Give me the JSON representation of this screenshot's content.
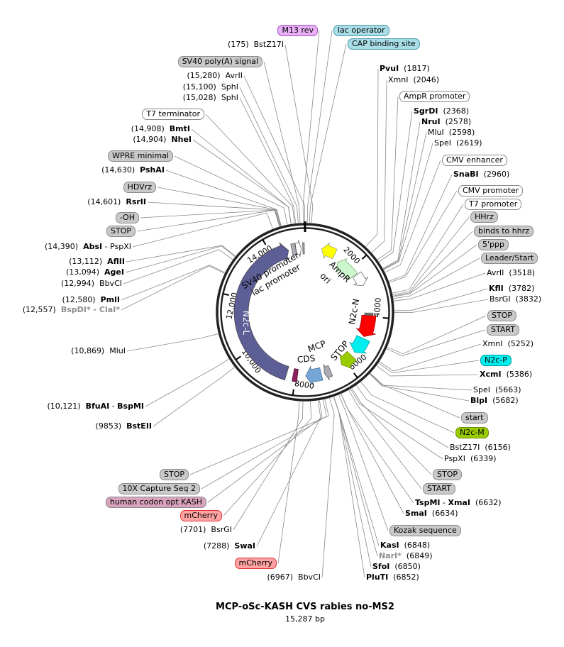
{
  "title": "MCP-oSc-KASH CVS rabies no-MS2",
  "length": "15,287 bp",
  "total_bp": 15287,
  "ticks": [
    "2000",
    "4000",
    "6000",
    "8000",
    "10,000",
    "12,000",
    "14,000"
  ],
  "inner": {
    "n2c_l": "N2c-L",
    "n2c_n": "N2c-N",
    "stop": "STOP",
    "mcp": "MCP",
    "cds": "CDS",
    "ampr": "AmpR",
    "ori": "ori",
    "sv40": "SV40 promoter",
    "lac": "lac promoter"
  },
  "labels": [
    {
      "type": "feature",
      "name": "M13 rev",
      "color": "#eab0f7",
      "border": "#a050c0"
    },
    {
      "type": "site",
      "pos": "(175)",
      "name": "BstZ17I",
      "bold": false
    },
    {
      "type": "feature",
      "name": "SV40 poly(A) signal",
      "color": "#c9c9c9"
    },
    {
      "type": "site",
      "pos": "(15,280)",
      "name": "AvrII",
      "bold": false
    },
    {
      "type": "site",
      "pos": "(15,100)",
      "name": "SphI",
      "bold": false
    },
    {
      "type": "site",
      "pos": "(15,028)",
      "name": "SphI",
      "bold": false
    },
    {
      "type": "feature",
      "name": "T7 terminator",
      "color": "#ffffff"
    },
    {
      "type": "site",
      "pos": "(14,908)",
      "name": "BmtI",
      "bold": true
    },
    {
      "type": "site",
      "pos": "(14,904)",
      "name": "NheI",
      "bold": true
    },
    {
      "type": "feature",
      "name": "WPRE minimal",
      "color": "#c9c9c9"
    },
    {
      "type": "site",
      "pos": "(14,630)",
      "name": "PshAI",
      "bold": true
    },
    {
      "type": "feature",
      "name": "HDVrz",
      "color": "#c9c9c9"
    },
    {
      "type": "site",
      "pos": "(14,601)",
      "name": "RsrII",
      "bold": true
    },
    {
      "type": "feature",
      "name": "-OH",
      "color": "#c9c9c9"
    },
    {
      "type": "feature",
      "name": "STOP",
      "color": "#c9c9c9"
    },
    {
      "type": "site",
      "pos": "(14,390)",
      "name": "AbsI",
      "bold": true,
      "name2": "PspXI",
      "bold2": false
    },
    {
      "type": "site",
      "pos": "(13,112)",
      "name": "AflII",
      "bold": true
    },
    {
      "type": "site",
      "pos": "(13,094)",
      "name": "AgeI",
      "bold": true
    },
    {
      "type": "site",
      "pos": "(12,994)",
      "name": "BbvCI",
      "bold": false
    },
    {
      "type": "site",
      "pos": "(12,580)",
      "name": "PmlI",
      "bold": true
    },
    {
      "type": "site",
      "pos": "(12,557)",
      "name": "BspDI*",
      "gray": true,
      "name2": "ClaI*",
      "gray2": true
    },
    {
      "type": "site",
      "pos": "(10,869)",
      "name": "MluI",
      "bold": false
    },
    {
      "type": "site",
      "pos": "(10,121)",
      "name": "BfuAI",
      "bold": true,
      "name2": "BspMI",
      "bold2": true
    },
    {
      "type": "site",
      "pos": "(9853)",
      "name": "BstEII",
      "bold": true
    },
    {
      "type": "feature",
      "name": "STOP",
      "color": "#c9c9c9"
    },
    {
      "type": "feature",
      "name": "10X Capture Seq 2",
      "color": "#c9c9c9"
    },
    {
      "type": "feature",
      "name": "human codon opt KASH",
      "color": "#d9a3bd"
    },
    {
      "type": "feature",
      "name": "mCherry",
      "color": "#ffa3a3",
      "border": "#e03030"
    },
    {
      "type": "site",
      "pos": "(7701)",
      "name": "BsrGI",
      "bold": false
    },
    {
      "type": "site",
      "pos": "(7288)",
      "name": "SwaI",
      "bold": true
    },
    {
      "type": "feature",
      "name": "mCherry",
      "color": "#ffa3a3",
      "border": "#e03030"
    },
    {
      "type": "site",
      "pos": "(6967)",
      "name": "BbvCI",
      "bold": false
    },
    {
      "type": "feature",
      "name": "lac operator",
      "color": "#a8dde6",
      "border": "#4a9aaa"
    },
    {
      "type": "feature",
      "name": "CAP binding site",
      "color": "#a8dde6",
      "border": "#4a9aaa"
    },
    {
      "type": "site",
      "pos": "(1817)",
      "name": "PvuI",
      "bold": true
    },
    {
      "type": "site",
      "pos": "(2046)",
      "name": "XmnI",
      "bold": false
    },
    {
      "type": "feature",
      "name": "AmpR promoter",
      "color": "#ffffff"
    },
    {
      "type": "site",
      "pos": "(2368)",
      "name": "SgrDI",
      "bold": true
    },
    {
      "type": "site",
      "pos": "(2578)",
      "name": "NruI",
      "bold": true
    },
    {
      "type": "site",
      "pos": "(2598)",
      "name": "MluI",
      "bold": false
    },
    {
      "type": "site",
      "pos": "(2619)",
      "name": "SpeI",
      "bold": false
    },
    {
      "type": "feature",
      "name": "CMV enhancer",
      "color": "#ffffff"
    },
    {
      "type": "site",
      "pos": "(2960)",
      "name": "SnaBI",
      "bold": true
    },
    {
      "type": "feature",
      "name": "CMV promoter",
      "color": "#ffffff"
    },
    {
      "type": "feature",
      "name": "T7 promoter",
      "color": "#ffffff"
    },
    {
      "type": "feature",
      "name": "HHrz",
      "color": "#c9c9c9"
    },
    {
      "type": "feature",
      "name": "binds to hhrz",
      "color": "#c9c9c9"
    },
    {
      "type": "feature",
      "name": "5'ppp",
      "color": "#c9c9c9"
    },
    {
      "type": "feature",
      "name": "Leader/Start",
      "color": "#c9c9c9"
    },
    {
      "type": "site",
      "pos": "(3518)",
      "name": "AvrII",
      "bold": false
    },
    {
      "type": "site",
      "pos": "(3782)",
      "name": "KflI",
      "bold": true
    },
    {
      "type": "site",
      "pos": "(3832)",
      "name": "BsrGI",
      "bold": false
    },
    {
      "type": "feature",
      "name": "STOP",
      "color": "#c9c9c9"
    },
    {
      "type": "feature",
      "name": "START",
      "color": "#c9c9c9"
    },
    {
      "type": "site",
      "pos": "(5252)",
      "name": "XmnI",
      "bold": false
    },
    {
      "type": "feature",
      "name": "N2c-P",
      "color": "#00eeee",
      "border": "#009999"
    },
    {
      "type": "site",
      "pos": "(5386)",
      "name": "XcmI",
      "bold": true
    },
    {
      "type": "site",
      "pos": "(5663)",
      "name": "SpeI",
      "bold": false
    },
    {
      "type": "site",
      "pos": "(5682)",
      "name": "BlpI",
      "bold": true
    },
    {
      "type": "feature",
      "name": "start",
      "color": "#c9c9c9"
    },
    {
      "type": "feature",
      "name": "N2c-M",
      "color": "#99cc00",
      "border": "#668800"
    },
    {
      "type": "site",
      "pos": "(6156)",
      "name": "BstZ17I",
      "bold": false
    },
    {
      "type": "site",
      "pos": "(6339)",
      "name": "PspXI",
      "bold": false
    },
    {
      "type": "feature",
      "name": "STOP",
      "color": "#c9c9c9"
    },
    {
      "type": "feature",
      "name": "START",
      "color": "#c9c9c9"
    },
    {
      "type": "site",
      "pos": "(6632)",
      "name": "TspMI",
      "bold": true,
      "name2": "XmaI",
      "bold2": true
    },
    {
      "type": "site",
      "pos": "(6634)",
      "name": "SmaI",
      "bold": true
    },
    {
      "type": "feature",
      "name": "Kozak sequence",
      "color": "#c9c9c9"
    },
    {
      "type": "site",
      "pos": "(6848)",
      "name": "KasI",
      "bold": true
    },
    {
      "type": "site",
      "pos": "(6849)",
      "name": "NarI*",
      "gray": true
    },
    {
      "type": "site",
      "pos": "(6850)",
      "name": "SfoI",
      "bold": true
    },
    {
      "type": "site",
      "pos": "(6852)",
      "name": "PluTI",
      "bold": true
    }
  ]
}
